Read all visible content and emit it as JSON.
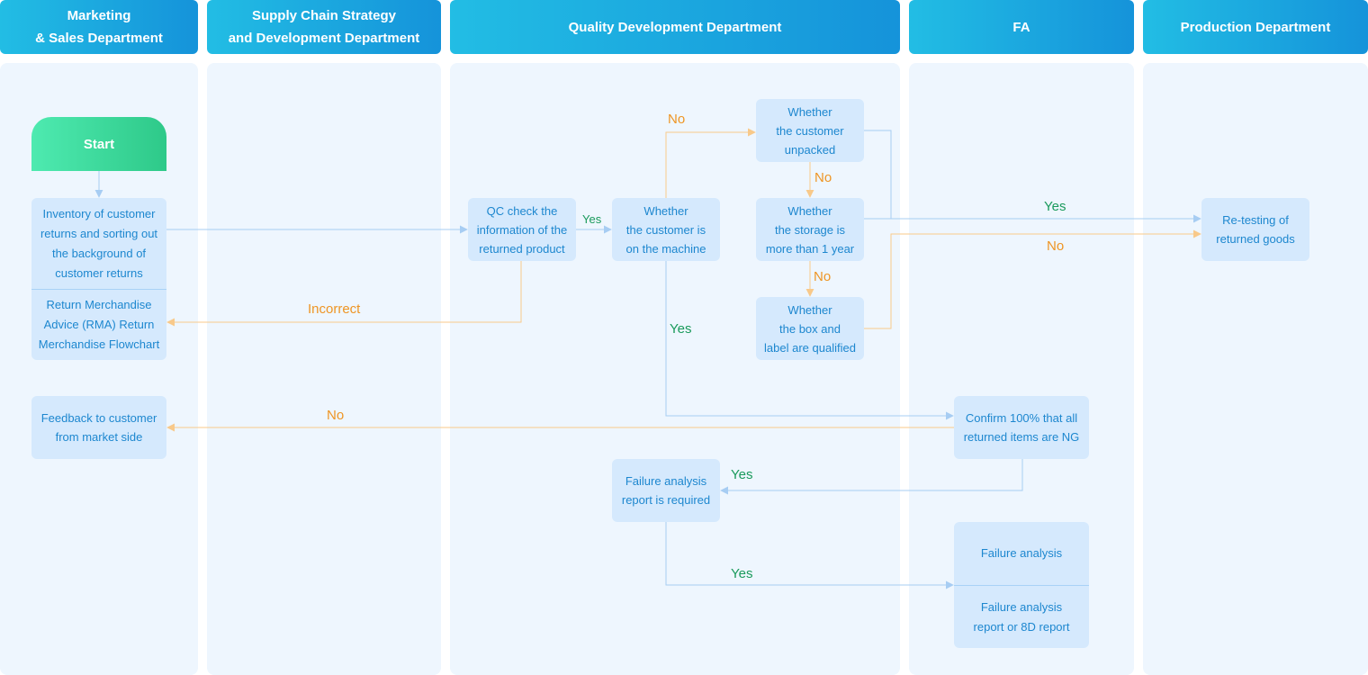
{
  "colors": {
    "header_start": "#22bde4",
    "header_end": "#1593da",
    "lane_bg": "#eef6fe",
    "node_bg": "#d5e9fd",
    "node_text": "#1d87cf",
    "start_start": "#4eeab0",
    "start_end": "#2ec989",
    "line_blue": "#a7cdf3",
    "line_orange": "#f8c98a",
    "label_yes": "#1a9a5c",
    "label_no": "#ee9524"
  },
  "lanes": [
    {
      "title": "Marketing\n& Sales Department"
    },
    {
      "title": "Supply Chain Strategy\nand Development Department"
    },
    {
      "title": "Quality Development Department"
    },
    {
      "title": "FA"
    },
    {
      "title": "Production Department"
    }
  ],
  "nodes": {
    "start": "Start",
    "inventory": "Inventory of customer\nreturns and sorting out\nthe background of\ncustomer returns",
    "rma": "Return Merchandise\nAdvice (RMA) Return\nMerchandise Flowchart",
    "feedback": "Feedback to customer\nfrom market side",
    "qc_check": "QC check the\ninformation of the\nreturned product",
    "on_machine": "Whether\nthe customer is\non the machine",
    "unpacked": "Whether\nthe customer\nunpacked",
    "storage": "Whether\nthe storage is\nmore than 1 year",
    "box_label": "Whether\nthe box and\nlabel are qualified",
    "confirm_ng": "Confirm 100% that all\nreturned items are NG",
    "fa_required": "Failure analysis\nreport is required",
    "failure_analysis": "Failure analysis",
    "fa_report": "Failure analysis\nreport or 8D report",
    "retesting": "Re-testing of\nreturned goods"
  },
  "edge_labels": {
    "qc_yes": "Yes",
    "incorrect": "Incorrect",
    "machine_no": "No",
    "machine_yes": "Yes",
    "unpacked_no": "No",
    "storage_no": "No",
    "retest_yes": "Yes",
    "retest_no": "No",
    "feedback_no": "No",
    "confirm_yes": "Yes",
    "fa_yes": "Yes"
  }
}
